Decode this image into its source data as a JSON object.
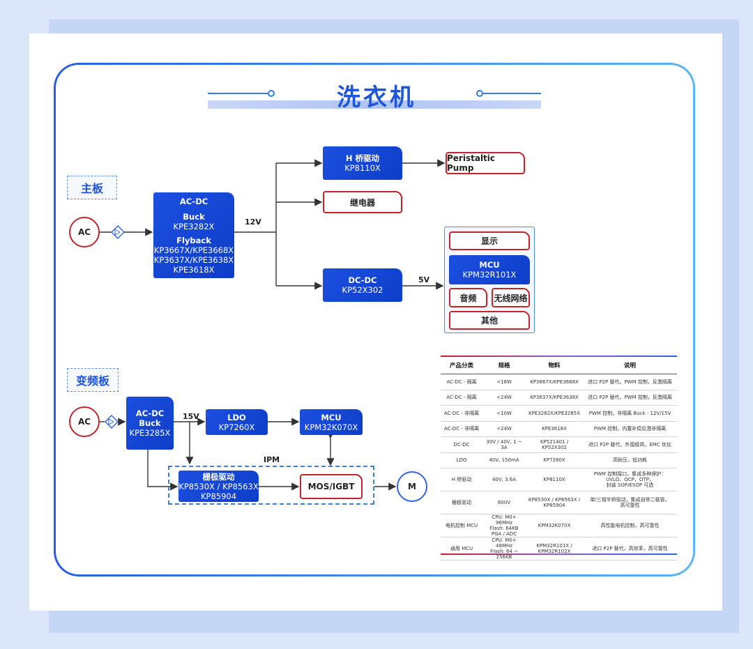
{
  "title": "洗衣机",
  "sections": {
    "main_board": "主板",
    "inverter_board": "变频板"
  },
  "main": {
    "ac": "AC",
    "acdc": [
      "AC-DC",
      "Buck",
      "KPE3282X",
      "Flyback",
      "KP3667X/KPE3668X",
      "KP3637X/KPE3638X",
      "KPE3618X"
    ],
    "v12": "12V",
    "hbridge": [
      "H 桥驱动",
      "KP8110X"
    ],
    "pump": "Peristaltic Pump",
    "relay": "继电器",
    "dcdc": [
      "DC-DC",
      "KP52X302"
    ],
    "v5": "5V",
    "display": "显示",
    "mcu": [
      "MCU",
      "KPM32R101X"
    ],
    "audio": "音频",
    "wireless": "无线网络",
    "other": "其他"
  },
  "inverter": {
    "ac": "AC",
    "acdc": [
      "AC-DC",
      "Buck",
      "KPE3285X"
    ],
    "v15": "15V",
    "ldo": [
      "LDO",
      "KP7260X"
    ],
    "mcu": [
      "MCU",
      "KPM32K070X"
    ],
    "ipm": "IPM",
    "gate": [
      "栅极驱动",
      "KP8530X / KP8563X",
      "KP85904"
    ],
    "mos": "MOS/IGBT",
    "motor": "M"
  },
  "table": {
    "headers": [
      "产品分类",
      "规格",
      "物料",
      "说明"
    ],
    "rows": [
      [
        "AC-DC - 隔离",
        "<18W",
        "KP3667X/KPE3668X",
        "进口 P2P 替代，PWM 控制，反激隔离"
      ],
      [
        "AC-DC - 隔离",
        "<24W",
        "KP3637X/KPE3638X",
        "进口 P2P 替代，PWM 控制，反激隔离"
      ],
      [
        "AC-DC - 非隔离",
        "<10W",
        "KPE3282X/KPE3285X",
        "PWM 控制，非隔离 Buck - 12V/15V"
      ],
      [
        "AC-DC - 非隔离",
        "<24W",
        "KPE3618X",
        "PWM 控制，内置补偿反激非隔离"
      ],
      [
        "DC-DC",
        "30V / 40V, 1 ~ 3A",
        "KP521401 / KP52X302",
        "进口 P2P 替代，外围极简，EMC 优化"
      ],
      [
        "LDO",
        "40V, 150mA",
        "KP7260X",
        "高耐压，低功耗"
      ],
      [
        "H 桥驱动",
        "40V, 3.6A",
        "KP8110X",
        "PWM 控制接口，集成多种保护：\nUVLO、OCP、OTP，\n封装 SOP/ESOP 可选"
      ],
      [
        "栅极驱动",
        "600V",
        "KP8530X / KP8563X /\nKP85904",
        "单/三相半桥驱动，集成自举二极管，\n高可靠性"
      ],
      [
        "电机控制 MCU",
        "CPU: M0+ 96MHz\nFlash: 64KB\nPGA / ADC",
        "KPM32K070X",
        "高性能电机控制，高可靠性"
      ],
      [
        "通用 MCU",
        "CPU: M0+ 48MHz\nFlash: 64 ~ 256KB",
        "KPM32R101X /\nKPM32R102X",
        "进口 P2P 替代，高效率，高可靠性"
      ]
    ]
  },
  "colors": {
    "accent_blue": "#1d4fe0",
    "accent_red": "#c2242c"
  }
}
